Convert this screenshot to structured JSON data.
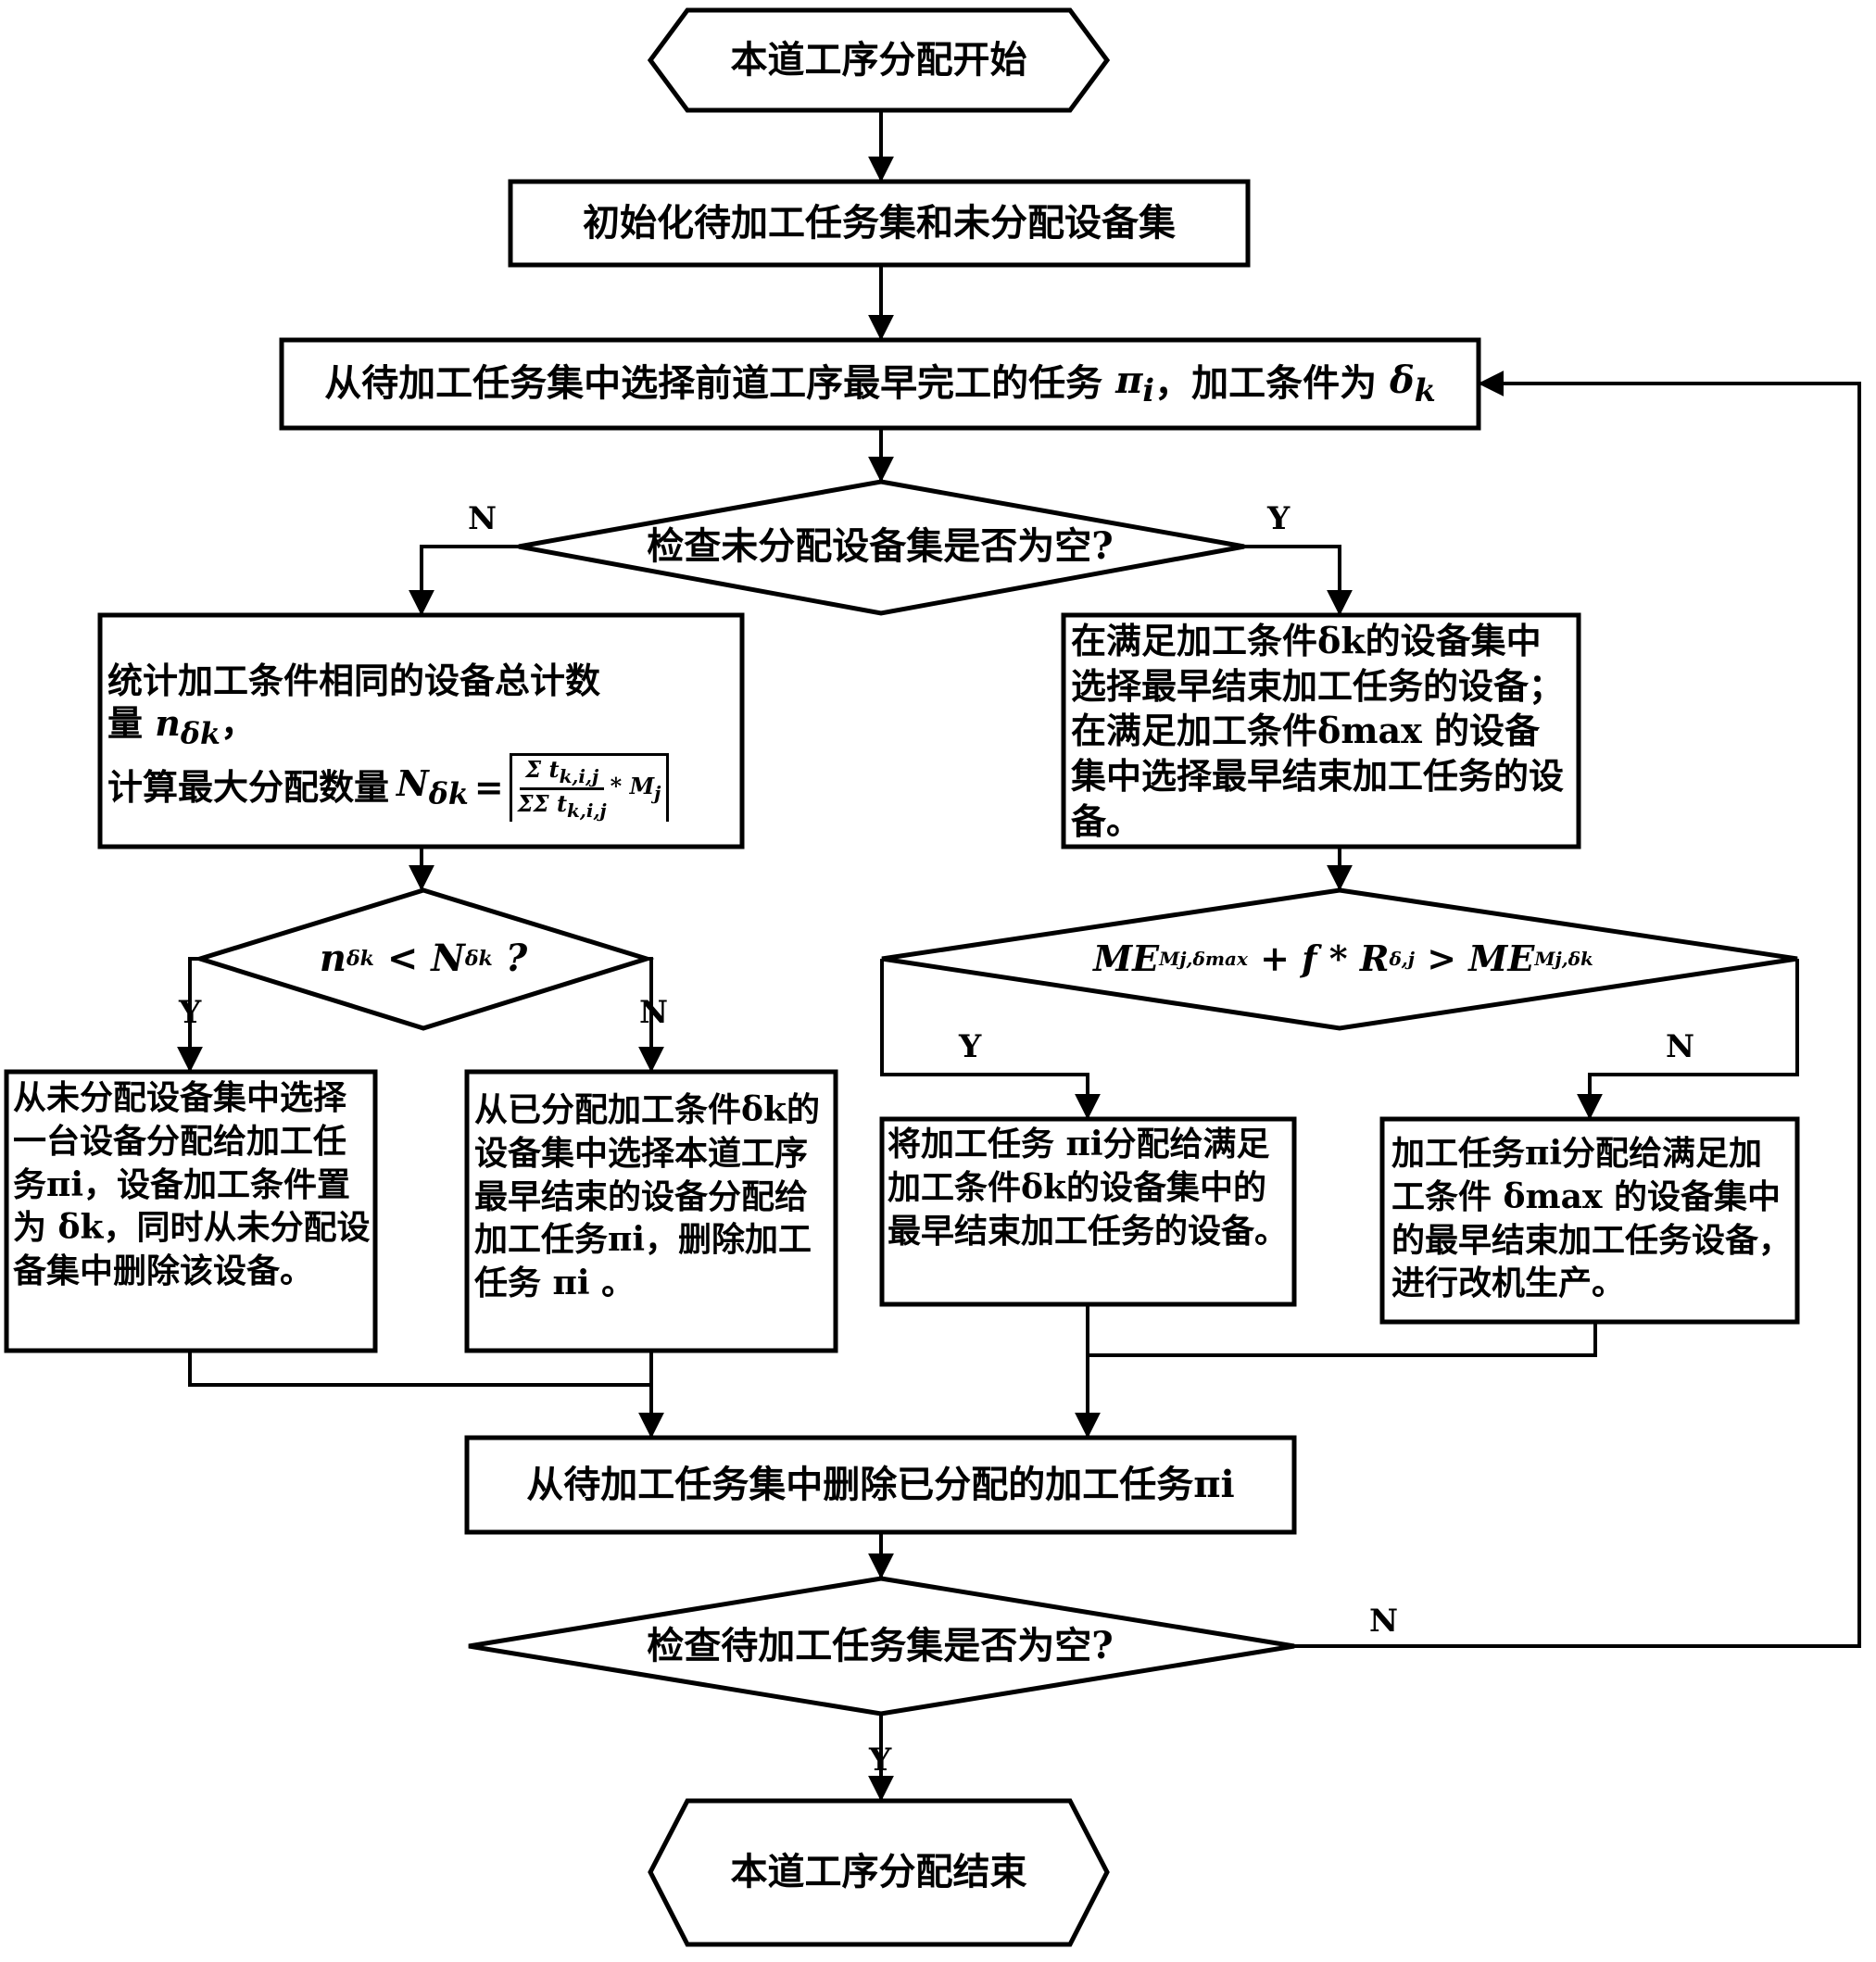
{
  "chart_data": {
    "type": "flowchart",
    "title": "",
    "nodes": [
      {
        "id": "start",
        "shape": "terminal",
        "text": "本道工序分配开始"
      },
      {
        "id": "init",
        "shape": "process",
        "text": "初始化待加工任务集和未分配设备集"
      },
      {
        "id": "select",
        "shape": "process",
        "text": "从待加工任务集中选择前道工序最早完工的任务 π_i ，加工条件为 δ_k"
      },
      {
        "id": "check_unassigned",
        "shape": "decision",
        "text": "检查未分配设备集是否为空?"
      },
      {
        "id": "count",
        "shape": "process",
        "text": "统计加工条件相同的设备总计数量 n_δk ，计算最大分配数量 N_δk = ⌈ Σ t_k,i,j / ΣΣ t_k,i,j * M_j ⌉"
      },
      {
        "id": "select_equipment",
        "shape": "process",
        "text": "在满足加工条件δ_k的设备集中选择最早结束加工任务的设备；在满足加工条件δ_max的设备集中选择最早结束加工任务的设备。"
      },
      {
        "id": "compare_n",
        "shape": "decision",
        "text": "n_δk < N_δk ?"
      },
      {
        "id": "compare_me",
        "shape": "decision",
        "text": "ME_Mj,δmax + f * R_δ,j > ME_Mj,δk"
      },
      {
        "id": "assign_new",
        "shape": "process",
        "text": "从未分配设备集中选择一台设备分配给加工任务π_i，设备加工条件置为 δ_k，同时从未分配设备集中删除该设备。"
      },
      {
        "id": "assign_existing",
        "shape": "process",
        "text": "从已分配加工条件δ_k的设备集中选择本道工序最早结束的设备分配给加工任务π_i，删除加工任务 π_i 。"
      },
      {
        "id": "assign_same",
        "shape": "process",
        "text": "将加工任务 π_i分配给满足加工条件δ_k的设备集中的最早结束加工任务的设备。"
      },
      {
        "id": "assign_changeover",
        "shape": "process",
        "text": "加工任务π_i分配给满足加工条件 δ_max 的设备集中的最早结束加工任务设备，进行改机生产。"
      },
      {
        "id": "delete_task",
        "shape": "process",
        "text": "从待加工任务集中删除已分配的加工任务π_i"
      },
      {
        "id": "check_tasks",
        "shape": "decision",
        "text": "检查待加工任务集是否为空?"
      },
      {
        "id": "end",
        "shape": "terminal",
        "text": "本道工序分配结束"
      }
    ],
    "edges": [
      {
        "from": "start",
        "to": "init",
        "label": ""
      },
      {
        "from": "init",
        "to": "select",
        "label": ""
      },
      {
        "from": "select",
        "to": "check_unassigned",
        "label": ""
      },
      {
        "from": "check_unassigned",
        "to": "count",
        "label": "N"
      },
      {
        "from": "check_unassigned",
        "to": "select_equipment",
        "label": "Y"
      },
      {
        "from": "count",
        "to": "compare_n",
        "label": ""
      },
      {
        "from": "compare_n",
        "to": "assign_new",
        "label": "Y"
      },
      {
        "from": "compare_n",
        "to": "assign_existing",
        "label": "N"
      },
      {
        "from": "select_equipment",
        "to": "compare_me",
        "label": ""
      },
      {
        "from": "compare_me",
        "to": "assign_same",
        "label": "Y"
      },
      {
        "from": "compare_me",
        "to": "assign_changeover",
        "label": "N"
      },
      {
        "from": "assign_new",
        "to": "delete_task",
        "label": ""
      },
      {
        "from": "assign_existing",
        "to": "delete_task",
        "label": ""
      },
      {
        "from": "assign_same",
        "to": "delete_task",
        "label": ""
      },
      {
        "from": "assign_changeover",
        "to": "delete_task",
        "label": ""
      },
      {
        "from": "delete_task",
        "to": "check_tasks",
        "label": ""
      },
      {
        "from": "check_tasks",
        "to": "select",
        "label": "N"
      },
      {
        "from": "check_tasks",
        "to": "end",
        "label": "Y"
      }
    ]
  },
  "nodes": {
    "start": "本道工序分配开始",
    "init": "初始化待加工任务集和未分配设备集",
    "select_pre": "从待加工任务集中选择前道工序最早完工的任务",
    "select_pi": "π",
    "select_pi_sub": "i",
    "select_mid": "，加工条件为",
    "select_delta": "δ",
    "select_delta_sub": "k",
    "check_unassigned": "检查未分配设备集是否为空?",
    "count_line1": "统计加工条件相同的设备总计数",
    "count_line2_pre": "量",
    "count_line2_var": "n",
    "count_line2_sub": "δk",
    "count_line2_post": "，",
    "count_line3_pre": "计算最大分配数量",
    "count_formula_lhs": "N",
    "count_formula_lhs_sub": "δk",
    "count_formula_eq": "=",
    "count_formula_num": "Σ t",
    "count_formula_num_sub": "k,i,j",
    "count_formula_den": "ΣΣ t",
    "count_formula_den_sub": "k,i,j",
    "count_formula_mult": "* M",
    "count_formula_mult_sub": "j",
    "select_equipment": "在满足加工条件δk的设备集中选择最早结束加工任务的设备；在满足加工条件δmax 的设备集中选择最早结束加工任务的设备。",
    "compare_n_lhs": "n",
    "compare_n_lhs_sub": "δk",
    "compare_n_op": "<",
    "compare_n_rhs": "N",
    "compare_n_rhs_sub": "δk",
    "compare_n_q": "?",
    "compare_me_a": "ME",
    "compare_me_a_sub": "Mj,δmax",
    "compare_me_plus": "+ f * R",
    "compare_me_r_sub": "δ,j",
    "compare_me_gt": "> ME",
    "compare_me_b_sub": "Mj,δk",
    "assign_new": "从未分配设备集中选择一台设备分配给加工任务πi，设备加工条件置为 δk，同时从未分配设备集中删除该设备。",
    "assign_existing": "从已分配加工条件δk的设备集中选择本道工序最早结束的设备分配给加工任务πi，删除加工任务 πi 。",
    "assign_same": "将加工任务 πi分配给满足加工条件δk的设备集中的最早结束加工任务的设备。",
    "assign_changeover": "加工任务πi分配给满足加工条件 δmax 的设备集中的最早结束加工任务设备，进行改机生产。",
    "delete_task": "从待加工任务集中删除已分配的加工任务πi",
    "check_tasks": "检查待加工任务集是否为空?",
    "end": "本道工序分配结束"
  },
  "labels": {
    "d1_no": "N",
    "d1_yes": "Y",
    "d2_yes": "Y",
    "d2_no": "N",
    "d3_yes": "Y",
    "d3_no": "N",
    "d4_no": "N",
    "d4_yes": "Y"
  }
}
